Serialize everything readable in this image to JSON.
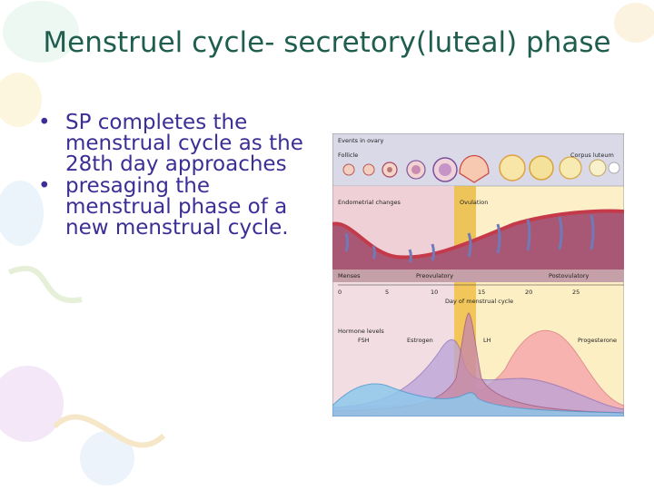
{
  "slide": {
    "title": "Menstruel cycle- secretory(luteal) phase",
    "bullets": [
      "SP completes the menstrual cycle as the 28th day approaches",
      "presaging the menstrual phase of a new menstrual cycle."
    ],
    "bullet_glyph": "•",
    "title_color": "#1f5e4e",
    "text_color": "#3b2f96"
  },
  "figure": {
    "events_in_ovary": "Events in ovary",
    "follicle": "Follicle",
    "corpus_luteum": "Corpus luteum",
    "endometrial_changes": "Endometrial changes",
    "ovulation": "Ovulation",
    "menses": "Menses",
    "preovulatory": "Preovulatory",
    "postovulatory": "Postovulatory",
    "day_ticks": [
      "0",
      "5",
      "10",
      "15",
      "20",
      "25"
    ],
    "x_axis_label": "Day of menstrual cycle",
    "hormone_levels": "Hormone levels",
    "fsh": "FSH",
    "estrogen": "Estrogen",
    "lh": "LH",
    "progesterone": "Progesterone"
  }
}
